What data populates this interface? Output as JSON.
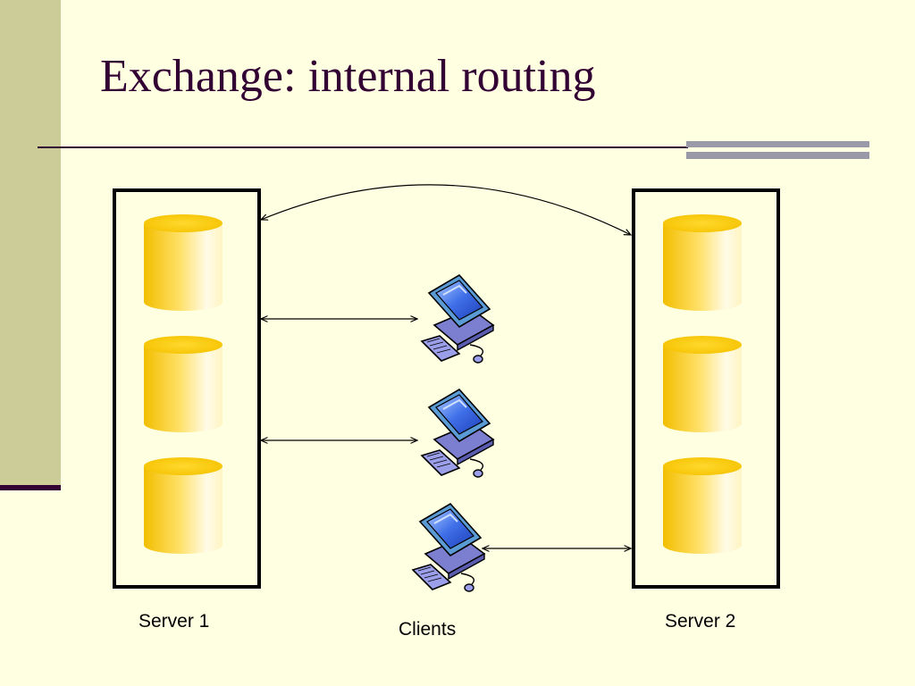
{
  "slide": {
    "title": "Exchange: internal routing"
  },
  "diagram": {
    "servers": [
      {
        "label": "Server 1",
        "databases": 3
      },
      {
        "label": "Server 2",
        "databases": 3
      }
    ],
    "clients_label": "Clients",
    "clients": 3,
    "colors": {
      "background": "#FFFFE1",
      "title": "#330033",
      "sidebar": "#CCCC99",
      "accent_rule": "#9999A8",
      "database": "#FFCC00"
    }
  }
}
